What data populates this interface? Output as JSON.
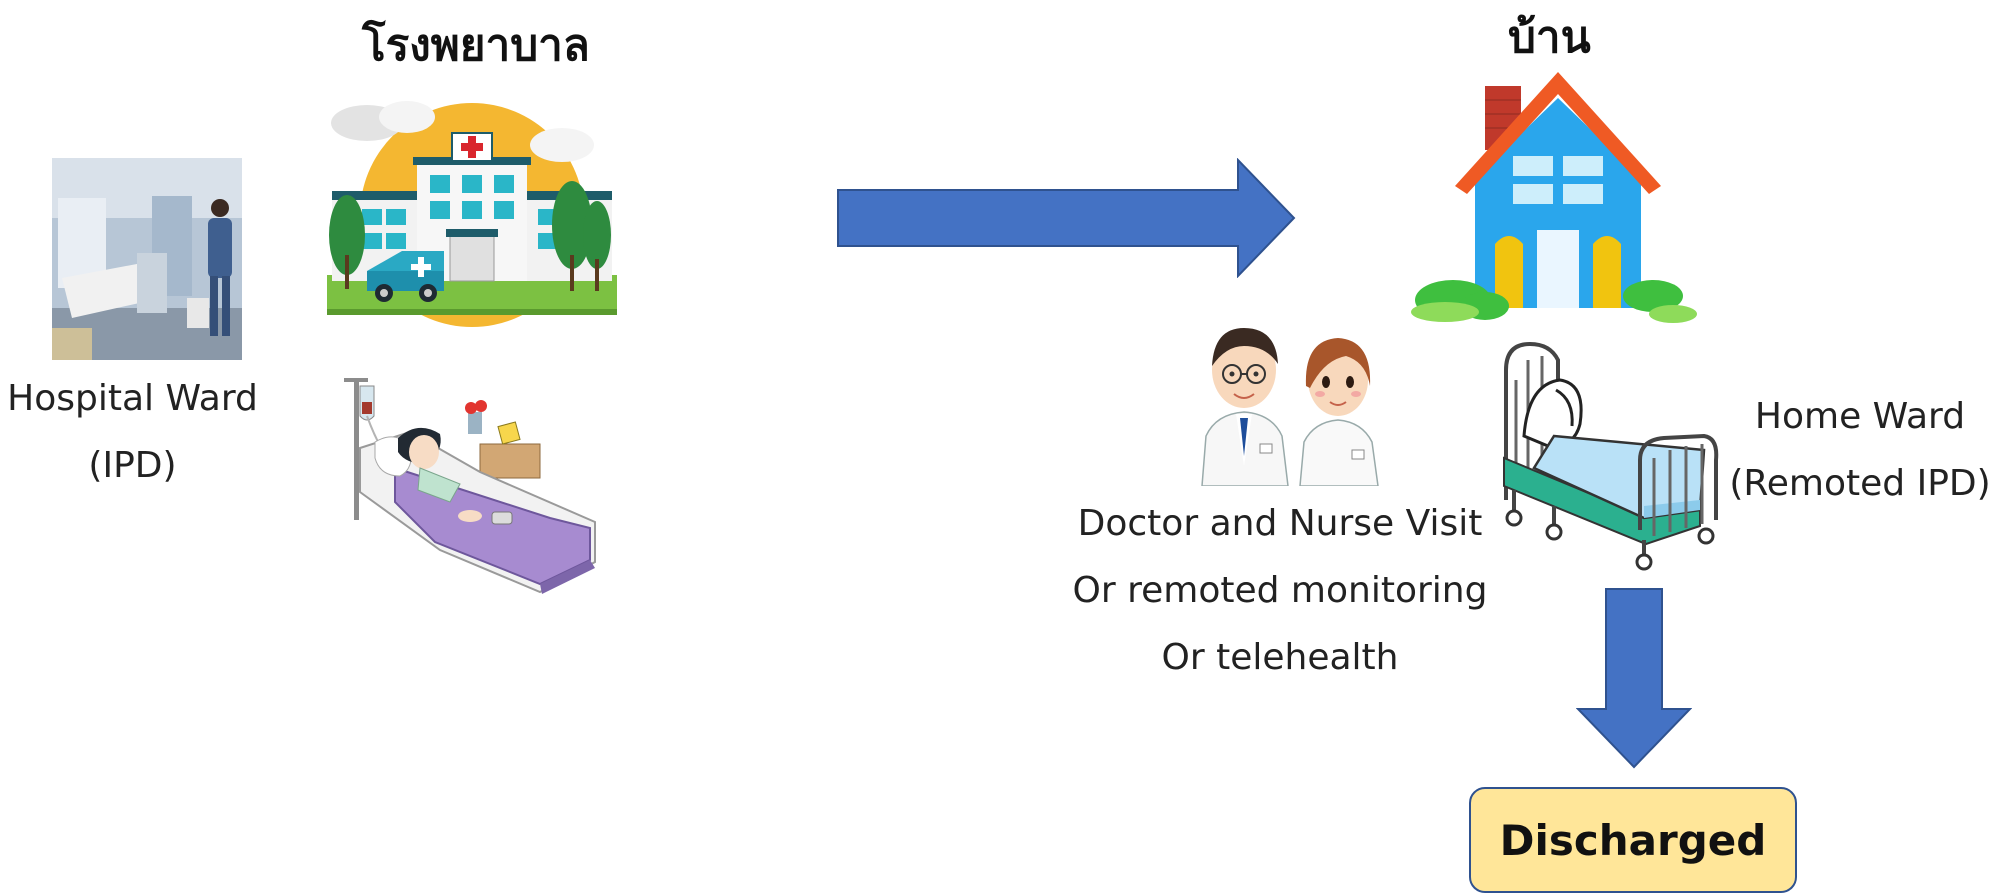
{
  "hospital": {
    "title": "โรงพยาบาล",
    "ward_label_line1": "Hospital Ward",
    "ward_label_line2": "(IPD)"
  },
  "home": {
    "title": "บ้าน",
    "ward_label_line1": "Home Ward",
    "ward_label_line2": "(Remoted IPD)"
  },
  "care": {
    "line1": "Doctor and Nurse Visit",
    "line2": "Or remoted monitoring",
    "line3": "Or telehealth"
  },
  "outcome": {
    "label": "Discharged"
  },
  "colors": {
    "arrow": "#4472c4",
    "arrow_border": "#2f528f",
    "discharged_fill": "#ffe699"
  }
}
